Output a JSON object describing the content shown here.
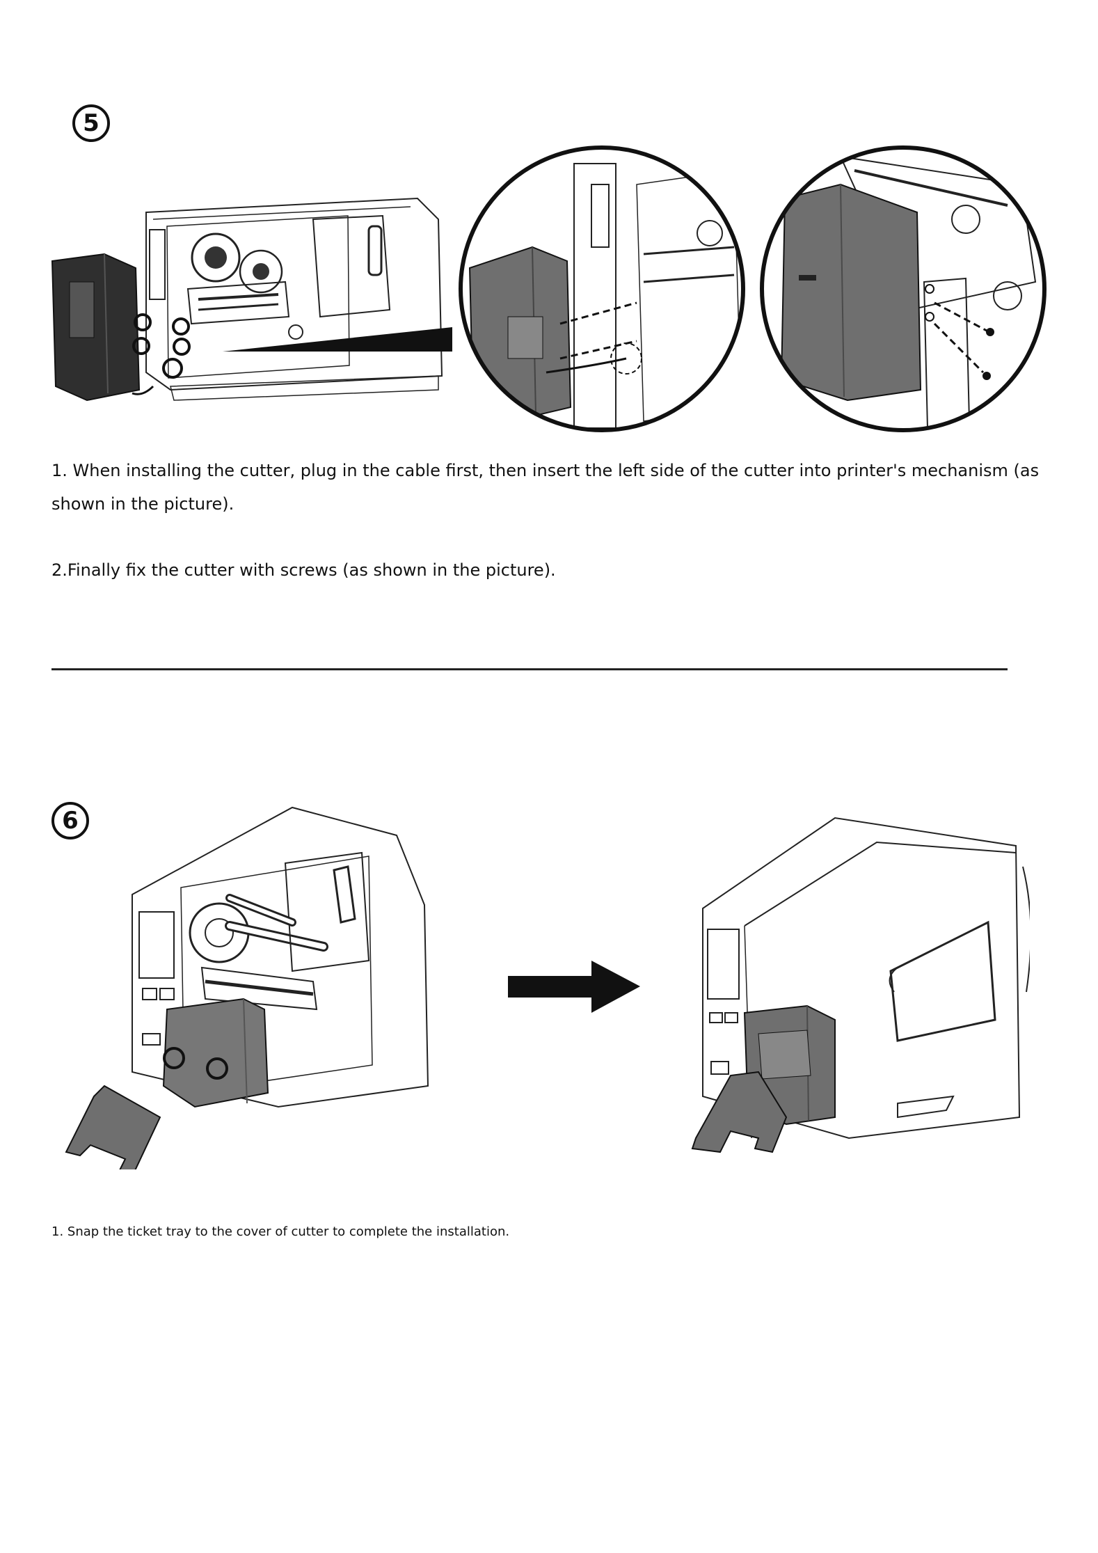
{
  "step5": {
    "number": "5",
    "instruction1": "1. When installing the cutter, plug in the cable first, then insert the left side of the cutter into printer's mechanism (as shown in the picture).",
    "instruction2": "2.Finally fix the cutter with screws (as shown in the picture)."
  },
  "step6": {
    "number": "6",
    "instruction1": "1. Snap the ticket tray to the cover of cutter to complete the installation."
  },
  "colors": {
    "ink": "#111111",
    "cutter_gray": "#6f6f6f",
    "dark_gray": "#3a3a3a",
    "line": "#222222"
  }
}
